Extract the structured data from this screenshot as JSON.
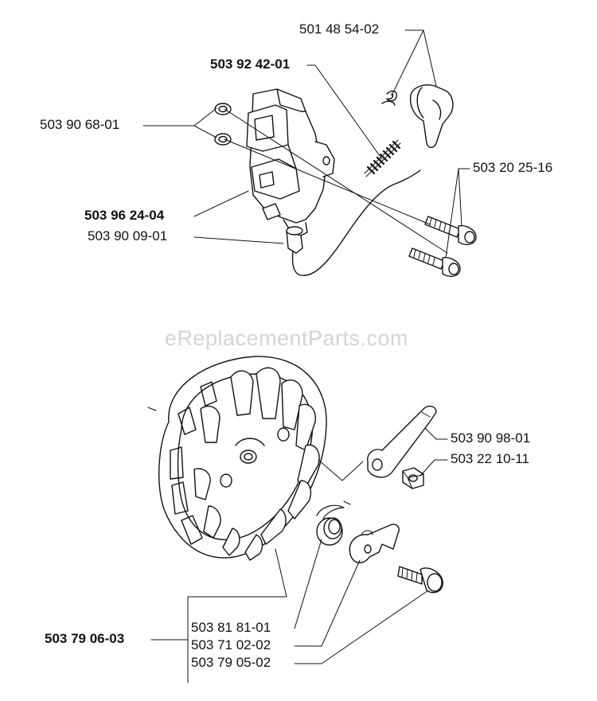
{
  "watermark": "eReplacementParts.com",
  "labels": {
    "p_501_48_54_02": "501 48 54-02",
    "p_503_92_42_01": "503 92 42-01",
    "p_503_90_68_01": "503 90 68-01",
    "p_503_20_25_16": "503 20 25-16",
    "p_503_96_24_04": "503 96 24-04",
    "p_503_90_09_01": "503 90 09-01",
    "p_503_90_98_01": "503 90 98-01",
    "p_503_22_10_11": "503 22 10-11",
    "p_503_79_06_03": "503 79 06-03",
    "p_503_81_81_01": "503 81 81-01",
    "p_503_71_02_02": "503 71 02-02",
    "p_503_79_05_02": "503 79 05-02"
  }
}
